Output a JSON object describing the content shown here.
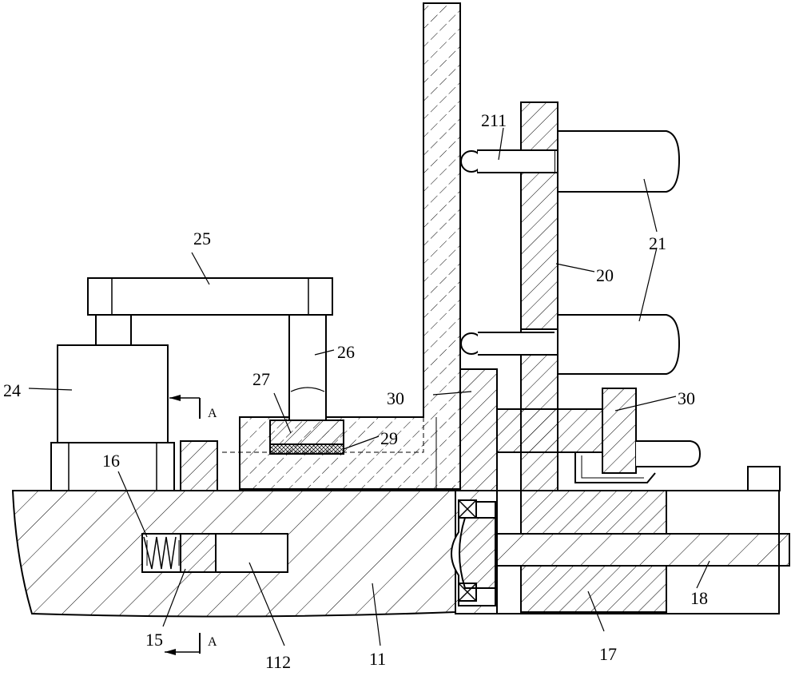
{
  "labels": {
    "l11": "11",
    "l15": "15",
    "l16": "16",
    "l17": "17",
    "l18": "18",
    "l20": "20",
    "l21": "21",
    "l24": "24",
    "l25": "25",
    "l26": "26",
    "l27": "27",
    "l29": "29",
    "l30a": "30",
    "l30b": "30",
    "l112": "112",
    "l211": "211"
  },
  "section_marks": {
    "upper": "A",
    "lower": "A"
  },
  "colors": {
    "line": "#000000",
    "background": "#ffffff"
  }
}
